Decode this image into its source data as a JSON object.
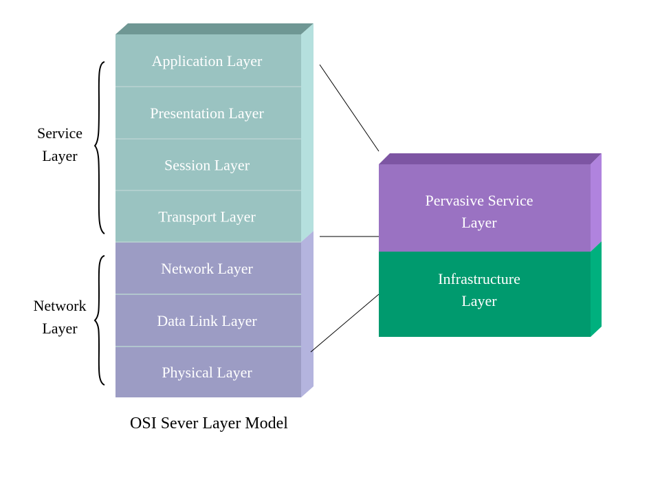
{
  "osi_stack": {
    "caption": "OSI Sever Layer Model",
    "layers": [
      {
        "label": "Application Layer",
        "group": "service"
      },
      {
        "label": "Presentation Layer",
        "group": "service"
      },
      {
        "label": "Session Layer",
        "group": "service"
      },
      {
        "label": "Transport Layer",
        "group": "service"
      },
      {
        "label": "Network Layer",
        "group": "network"
      },
      {
        "label": "Data Link Layer",
        "group": "network"
      },
      {
        "label": "Physical Layer",
        "group": "network"
      }
    ]
  },
  "brackets": {
    "service": {
      "line1": "Service",
      "line2": "Layer"
    },
    "network": {
      "line1": "Network",
      "line2": "Layer"
    }
  },
  "right_stack": {
    "top": {
      "line1": "Pervasive Service",
      "line2": "Layer"
    },
    "bottom": {
      "line1": "Infrastructure",
      "line2": "Layer"
    }
  },
  "colors": {
    "service_face": "#9ac3c1",
    "service_side": "#b5e0de",
    "service_top": "#6f9794",
    "network_face": "#9c9cc4",
    "network_side": "#b4b4de",
    "divider": "#b9d3d2",
    "pervasive_face": "#9a72c2",
    "pervasive_side": "#b083de",
    "pervasive_top": "#7d55a3",
    "infra_face": "#009a6e",
    "infra_side": "#00b07e",
    "text_light": "#ffffff",
    "text_dark": "#000000"
  }
}
